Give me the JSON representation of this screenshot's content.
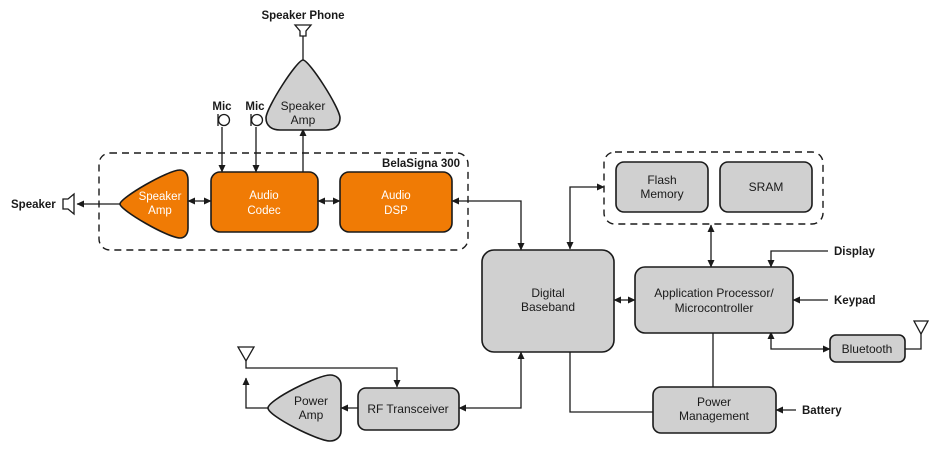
{
  "group_title": "BelaSigna 300",
  "labels": {
    "speaker_phone": "Speaker Phone",
    "mic1": "Mic",
    "mic2": "Mic",
    "speaker": "Speaker",
    "display": "Display",
    "keypad": "Keypad",
    "battery": "Battery"
  },
  "blocks": {
    "speaker_amp_top": [
      "Speaker",
      "Amp"
    ],
    "speaker_amp_left": [
      "Speaker",
      "Amp"
    ],
    "audio_codec": [
      "Audio",
      "Codec"
    ],
    "audio_dsp": [
      "Audio",
      "DSP"
    ],
    "flash_memory": [
      "Flash",
      "Memory"
    ],
    "sram": "SRAM",
    "digital_baseband": [
      "Digital",
      "Baseband"
    ],
    "app_processor": [
      "Application Processor/",
      "Microcontroller"
    ],
    "bluetooth": "Bluetooth",
    "power_amp": [
      "Power",
      "Amp"
    ],
    "rf_transceiver": "RF Transceiver",
    "power_management": [
      "Power",
      "Management"
    ]
  },
  "colors": {
    "accent": "#f07b05",
    "block": "#d0d0d0",
    "line": "#1a1a1a"
  }
}
